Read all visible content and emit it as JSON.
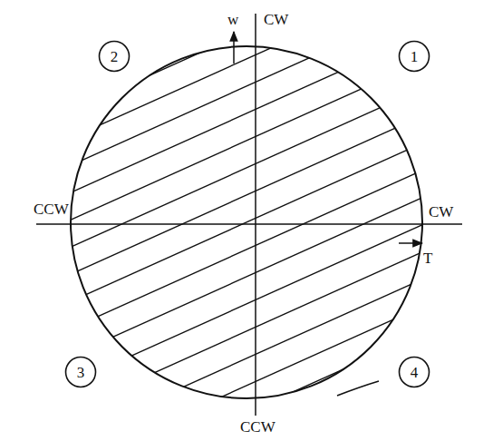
{
  "diagram": {
    "nodes": [
      {
        "text": [
          "2"
        ]
      },
      {
        "text": [
          "1"
        ]
      },
      {
        "text": [
          "3"
        ]
      },
      {
        "text": [
          "4"
        ]
      }
    ],
    "labels": [
      "w",
      "CW",
      "CCW",
      "CW",
      "T",
      "CCW"
    ]
  }
}
